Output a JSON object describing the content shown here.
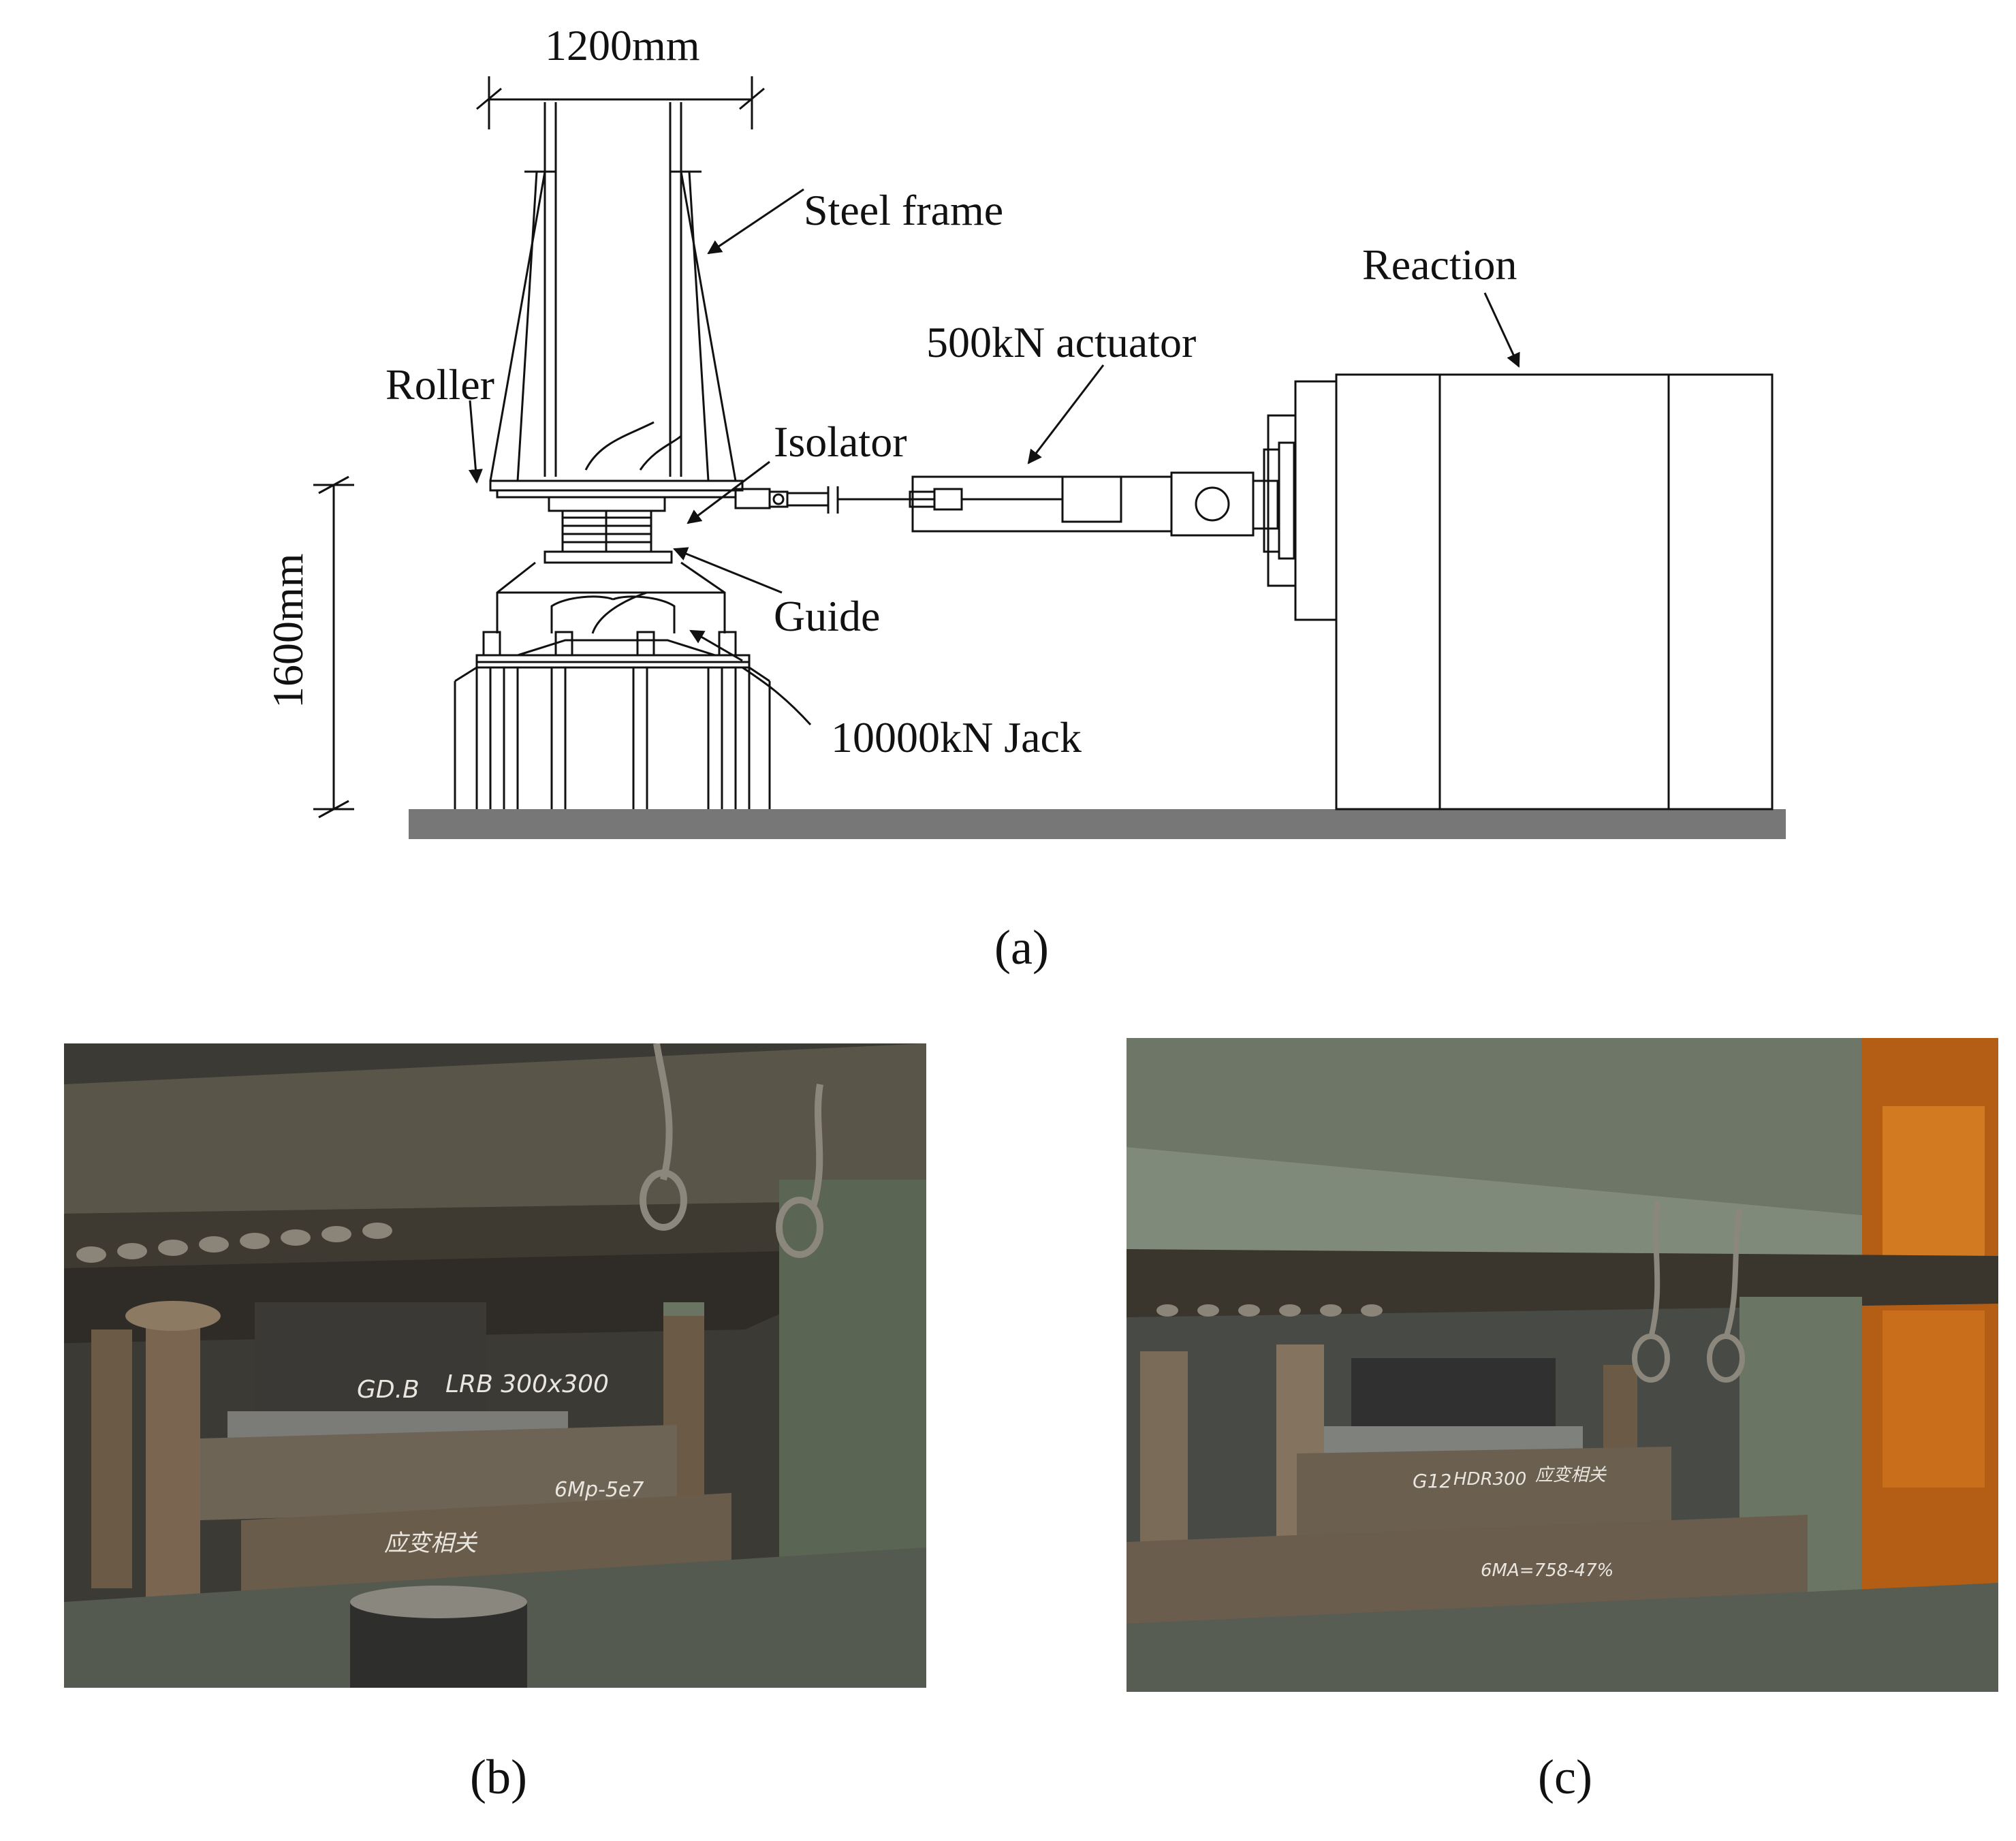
{
  "diagram": {
    "labels": {
      "width_dim": "1200mm",
      "height_dim": "1600mm",
      "steel_frame": "Steel frame",
      "reaction": "Reaction",
      "actuator": "500kN actuator",
      "roller": "Roller",
      "isolator": "Isolator",
      "guide": "Guide",
      "jack": "10000kN Jack"
    }
  },
  "captions": {
    "a": "(a)",
    "b": "(b)",
    "c": "(c)"
  },
  "photo_b": {
    "marks": [
      "GD.B",
      "LRB 300x300",
      "6Mp-5e7",
      "应变相关"
    ]
  },
  "photo_c": {
    "marks": [
      "G12",
      "HDR300",
      "应变相关",
      "6MA=758-47%"
    ]
  }
}
